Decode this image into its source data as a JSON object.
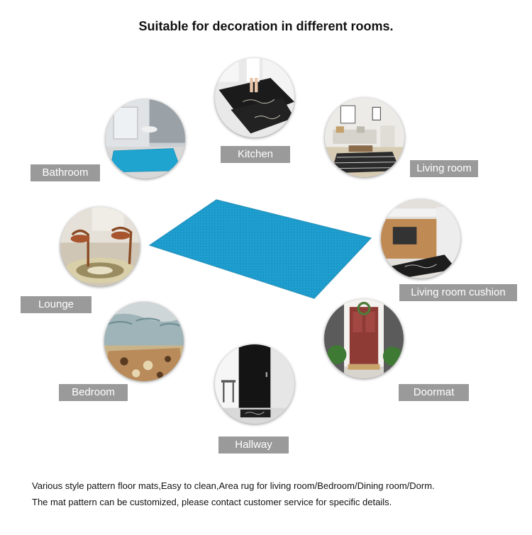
{
  "title": "Suitable for decoration in different rooms.",
  "rooms": {
    "kitchen": "Kitchen",
    "bathroom": "Bathroom",
    "living_room": "Living room",
    "lounge": "Lounge",
    "living_room_cushion": "Living room cushion",
    "bedroom": "Bedroom",
    "doormat": "Doormat",
    "hallway": "Hallway"
  },
  "footer": {
    "line1": "Various style pattern floor mats,Easy to clean,Area rug for living room/Bedroom/Dining room/Dorm.",
    "line2": "The mat pattern can be customized, please contact customer service for specific details."
  },
  "colors": {
    "mat": "#1e9fd0",
    "label_bg": "#9a9a9a",
    "label_text": "#ffffff"
  }
}
